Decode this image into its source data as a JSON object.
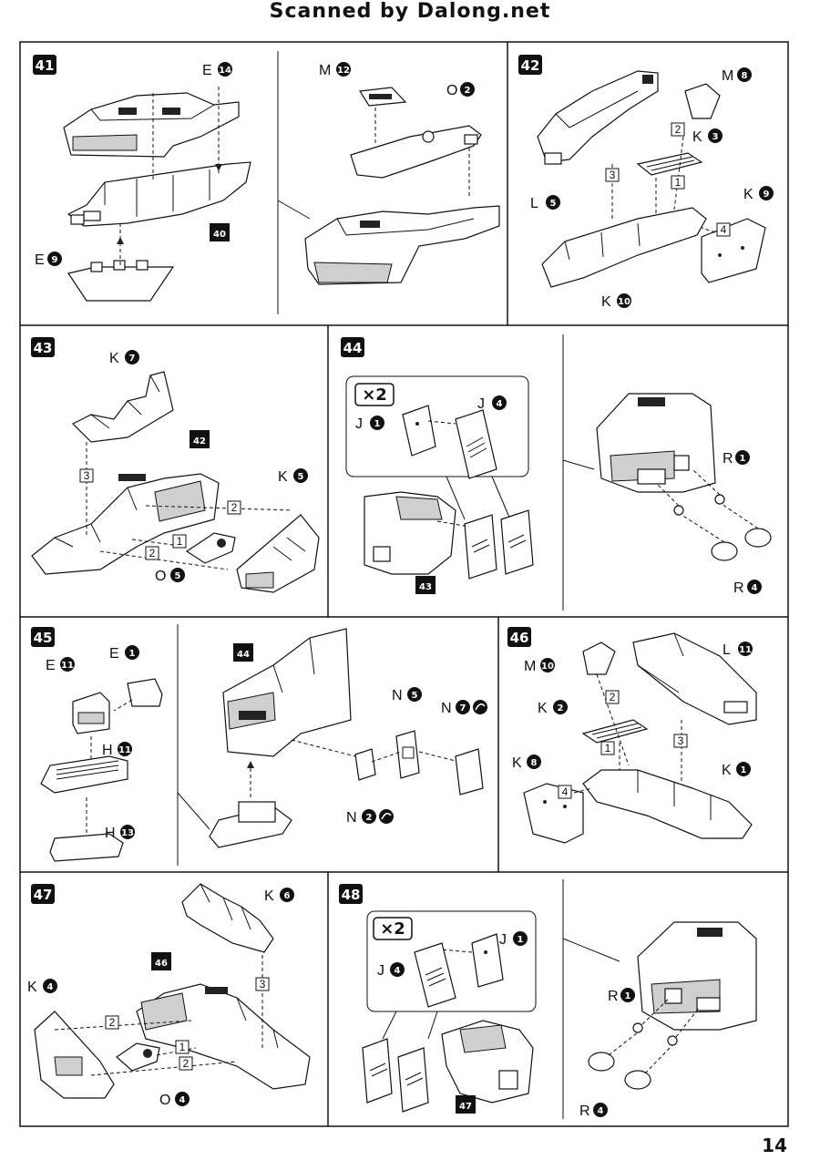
{
  "header": {
    "title": "Scanned by Dalong.net"
  },
  "page_number": "14",
  "steps": {
    "s41": {
      "num": "41",
      "ref_badge": "40",
      "parts": [
        {
          "letter": "E",
          "n": "14"
        },
        {
          "letter": "E",
          "n": "9"
        },
        {
          "letter": "M",
          "n": "12"
        },
        {
          "letter": "O",
          "n": "2"
        }
      ]
    },
    "s42": {
      "num": "42",
      "seq": [
        "1",
        "2",
        "3",
        "4"
      ],
      "parts": [
        {
          "letter": "M",
          "n": "8"
        },
        {
          "letter": "K",
          "n": "3"
        },
        {
          "letter": "L",
          "n": "5"
        },
        {
          "letter": "K",
          "n": "9"
        },
        {
          "letter": "K",
          "n": "10"
        }
      ]
    },
    "s43": {
      "num": "43",
      "ref_badge": "42",
      "seq": [
        "3",
        "2",
        "1",
        "2"
      ],
      "parts": [
        {
          "letter": "K",
          "n": "7"
        },
        {
          "letter": "K",
          "n": "5"
        },
        {
          "letter": "O",
          "n": "5"
        }
      ]
    },
    "s44": {
      "num": "44",
      "ref_badge": "43",
      "multiplier": "×2",
      "parts": [
        {
          "letter": "J",
          "n": "1"
        },
        {
          "letter": "J",
          "n": "4"
        },
        {
          "letter": "R",
          "n": "1"
        },
        {
          "letter": "R",
          "n": "4"
        }
      ]
    },
    "s45": {
      "num": "45",
      "ref_badge": "44",
      "parts": [
        {
          "letter": "E",
          "n": "11"
        },
        {
          "letter": "E",
          "n": "1"
        },
        {
          "letter": "H",
          "n": "11"
        },
        {
          "letter": "H",
          "n": "13"
        },
        {
          "letter": "N",
          "n": "5"
        },
        {
          "letter": "N",
          "n": "7"
        },
        {
          "letter": "N",
          "n": "2"
        }
      ]
    },
    "s46": {
      "num": "46",
      "seq": [
        "2",
        "1",
        "3",
        "4"
      ],
      "parts": [
        {
          "letter": "M",
          "n": "10"
        },
        {
          "letter": "L",
          "n": "11"
        },
        {
          "letter": "K",
          "n": "2"
        },
        {
          "letter": "K",
          "n": "8"
        },
        {
          "letter": "K",
          "n": "1"
        }
      ]
    },
    "s47": {
      "num": "47",
      "ref_badge": "46",
      "seq": [
        "2",
        "1",
        "2",
        "3"
      ],
      "parts": [
        {
          "letter": "K",
          "n": "6"
        },
        {
          "letter": "K",
          "n": "4"
        },
        {
          "letter": "O",
          "n": "4"
        }
      ]
    },
    "s48": {
      "num": "48",
      "ref_badge": "47",
      "multiplier": "×2",
      "parts": [
        {
          "letter": "J",
          "n": "1"
        },
        {
          "letter": "J",
          "n": "4"
        },
        {
          "letter": "R",
          "n": "1"
        },
        {
          "letter": "R",
          "n": "4"
        }
      ]
    }
  }
}
